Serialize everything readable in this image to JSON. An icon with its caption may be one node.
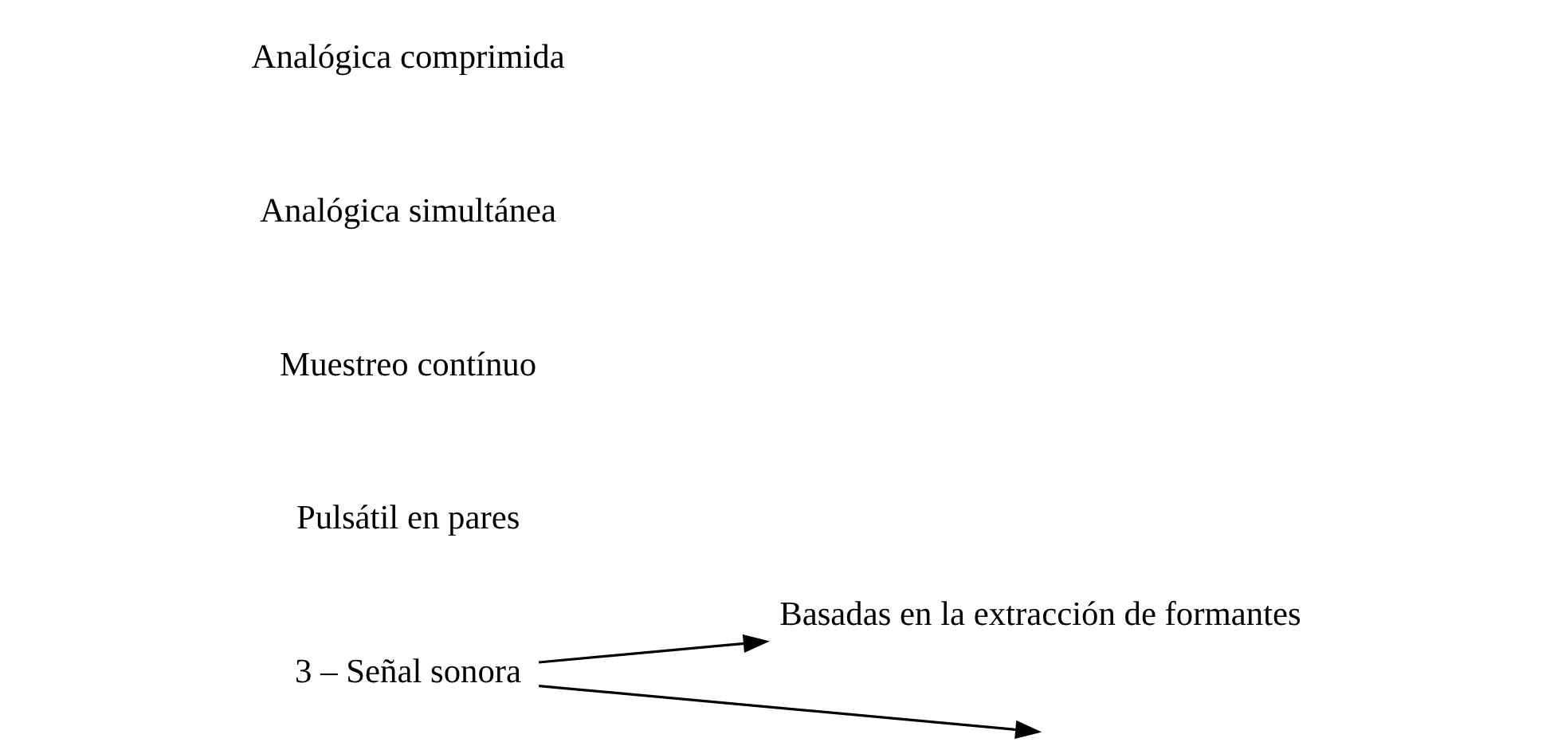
{
  "diagram": {
    "nodes": [
      {
        "text": [
          "3 – Señal sonora"
        ]
      },
      {
        "text": [
          "Basadas en la extracción de formantes"
        ]
      }
    ],
    "edges": [
      {
        "from": 0,
        "to": null,
        "arrow": "to"
      },
      {
        "from": 0,
        "to": 1,
        "arrow": "to"
      }
    ],
    "labels": [
      "Analógica comprimida",
      "Analógica simultánea",
      "Muestreo contínuo",
      "Pulsátil en pares"
    ]
  }
}
